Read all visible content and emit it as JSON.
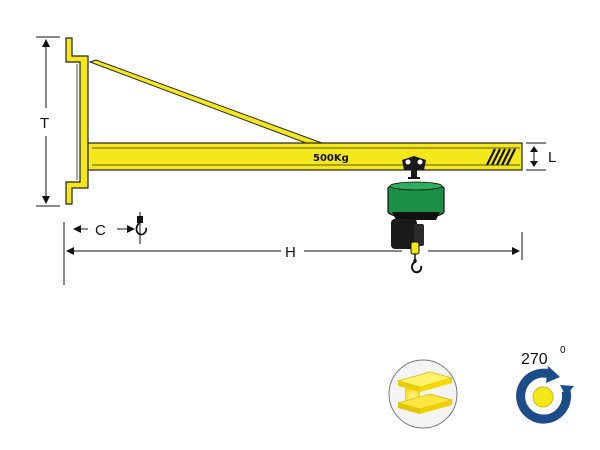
{
  "diagram": {
    "capacity_label": "500Kg",
    "dimensions": {
      "height": "T",
      "beam_profile": "L",
      "hook_approach": "C",
      "span": "H"
    },
    "rotation": {
      "angle": "270",
      "degree_mark": "0"
    },
    "colors": {
      "structure": "#f5e81a",
      "hoist_body": "#1c8f46",
      "hoist_dark": "#1a1a1a",
      "rotation_icon": "#1c4d8a",
      "rotation_center": "#f5e81a"
    },
    "icons": [
      "i-beam-profile-icon",
      "rotation-icon",
      "hook-icon",
      "electric-hoist-icon"
    ]
  }
}
